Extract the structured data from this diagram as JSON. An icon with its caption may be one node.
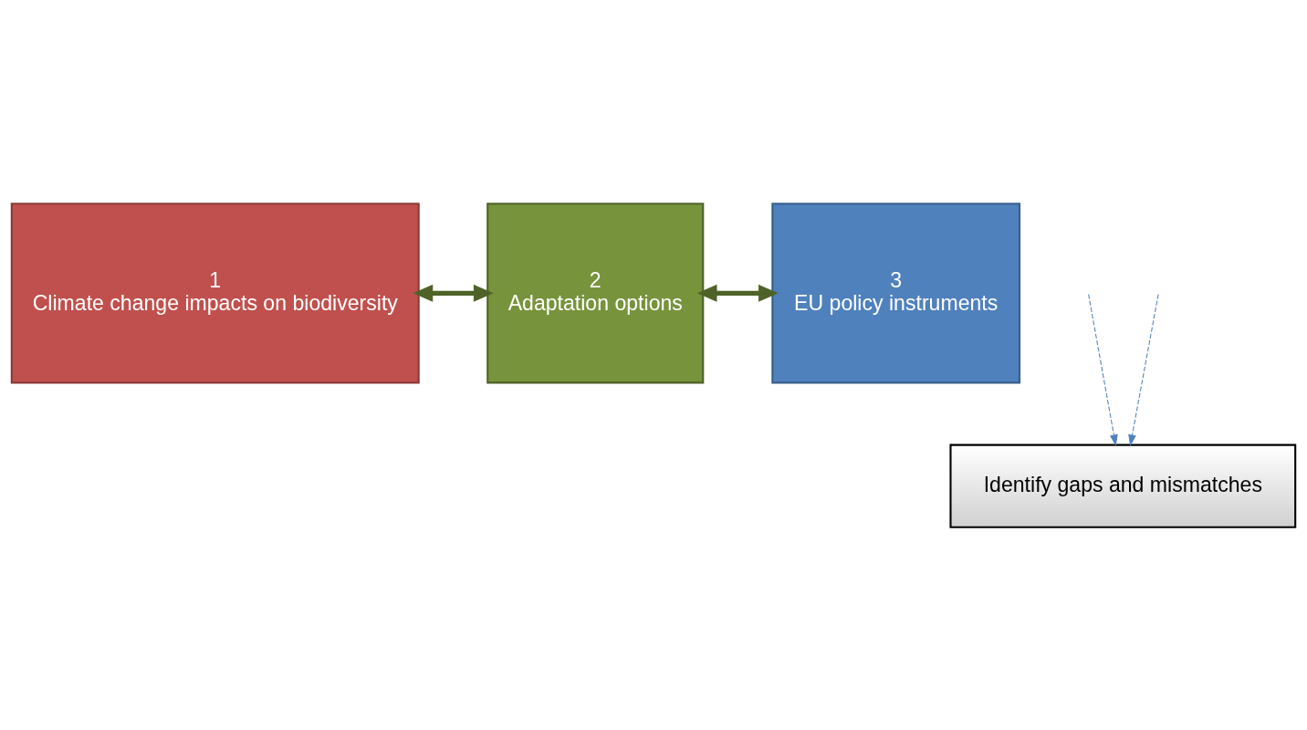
{
  "diagram": {
    "nodes": [
      {
        "text": [
          "1",
          "Climate change impacts on biodiversity"
        ]
      },
      {
        "text": [
          "2",
          "Adaptation options"
        ]
      },
      {
        "text": [
          "3",
          "EU policy instruments"
        ]
      },
      {
        "text": [
          "Identify gaps and mismatches"
        ]
      }
    ],
    "edges": [
      {
        "from": 0,
        "to": 1,
        "arrow": "both",
        "style": "thick"
      },
      {
        "from": 1,
        "to": 2,
        "arrow": "both",
        "style": "thick"
      },
      {
        "from": null,
        "to": 3,
        "arrow": "to",
        "style": "dashed",
        "color": "#4f81bd"
      },
      {
        "from": null,
        "to": 3,
        "arrow": "to",
        "style": "dashed",
        "color": "#4f81bd"
      }
    ]
  }
}
